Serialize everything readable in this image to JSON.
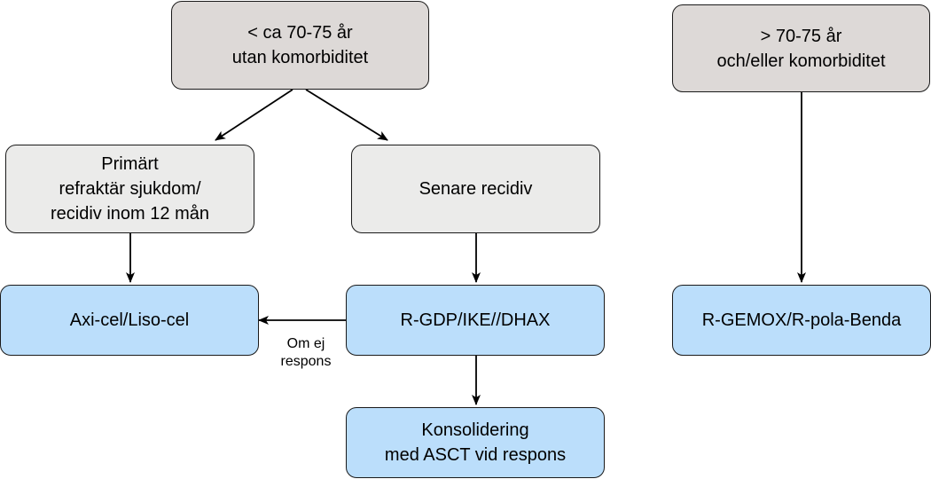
{
  "nodes": {
    "young": "< ca 70-75 år\nutan komorbiditet",
    "old": "> 70-75 år\noch/eller komorbiditet",
    "primary": "Primärt\nrefraktär sjukdom/\nrecidiv inom 12 mån",
    "later": "Senare recidiv",
    "axicel": "Axi-cel/Liso-cel",
    "rgdp": "R-GDP/IKE//DHAX",
    "rgemox": "R-GEMOX/R-pola-Benda",
    "konsol": "Konsolidering\nmed ASCT vid respons"
  },
  "edge_labels": {
    "no_response": "Om ej\nrespons"
  },
  "colors": {
    "dark_gray": "#ddd9d7",
    "light_gray": "#ebebea",
    "light_blue": "#bbdefb",
    "stroke": "#1a1a1a"
  }
}
